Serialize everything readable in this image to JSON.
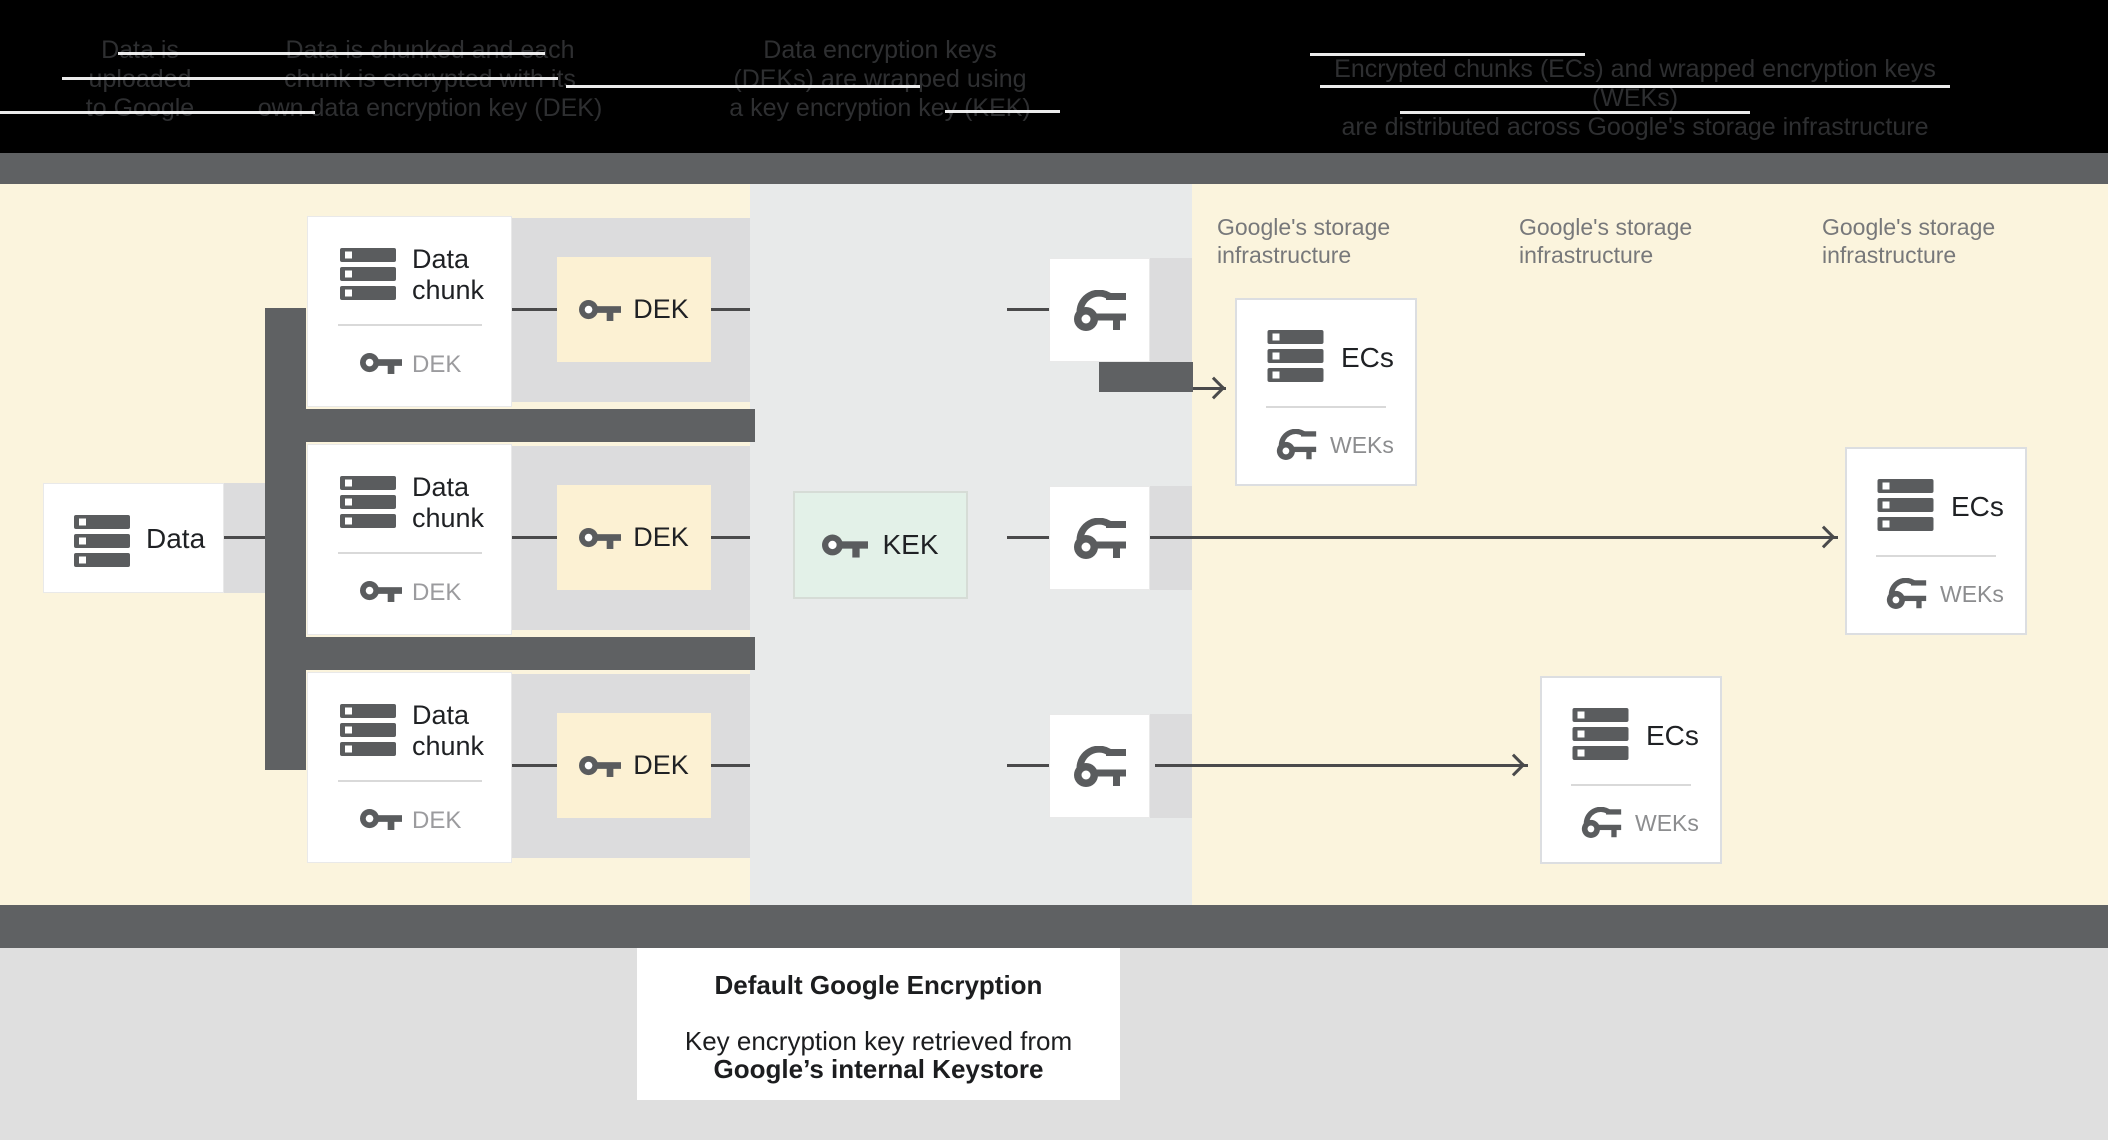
{
  "header": {
    "steps": [
      {
        "lines": [
          "Data is",
          "uploaded",
          "to Google"
        ]
      },
      {
        "lines": [
          "Data is chunked and each",
          "chunk is encrypted with its",
          "own data encryption key (DEK)"
        ]
      },
      {
        "lines": [
          "Data encryption keys",
          "(DEKs) are wrapped using",
          "a key encryption key (KEK)"
        ]
      },
      {
        "lines": [
          "Encrypted chunks (ECs) and wrapped encryption keys (WEKs)",
          "are distributed across Google's storage infrastructure"
        ]
      }
    ]
  },
  "diagram": {
    "data_box": {
      "label": "Data"
    },
    "rows": [
      {
        "chunk_title_line1": "Data",
        "chunk_title_line2": "chunk",
        "chunk_key_label": "DEK",
        "dek_label": "DEK"
      },
      {
        "chunk_title_line1": "Data",
        "chunk_title_line2": "chunk",
        "chunk_key_label": "DEK",
        "dek_label": "DEK"
      },
      {
        "chunk_title_line1": "Data",
        "chunk_title_line2": "chunk",
        "chunk_key_label": "DEK",
        "dek_label": "DEK"
      }
    ],
    "kek_label": "KEK",
    "storage_label_line1": "Google's storage",
    "storage_label_line2": "infrastructure",
    "ec_boxes": [
      {
        "title": "ECs",
        "key_label": "WEKs"
      },
      {
        "title": "ECs",
        "key_label": "WEKs"
      },
      {
        "title": "ECs",
        "key_label": "WEKs"
      }
    ]
  },
  "caption": {
    "title": "Default Google Encryption",
    "body_line1": "Key encryption key retrieved from",
    "body_line2": "Google’s internal Keystore"
  },
  "colors": {
    "background": "#000000",
    "band_dark": "#5f6163",
    "cream": "#fbf4dd",
    "dek_cream": "#fcf1d3",
    "mid_panel": "#e8eaea",
    "kek_green": "#e3f1e8",
    "connector_gray": "#dcdcdd",
    "footer_gray": "#dfdfdf",
    "connector_line": "#4a4a4b",
    "text_dark": "#1f2124",
    "text_gray": "#77787a",
    "text_muted": "#9b9b9e"
  }
}
